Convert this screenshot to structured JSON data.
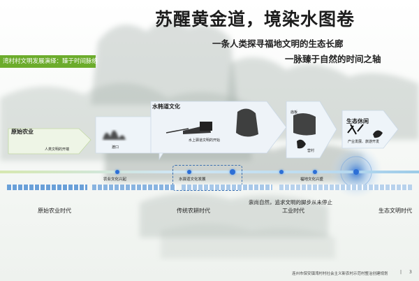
{
  "title": "苏醒黄金道，境染水图卷",
  "subtitle_1": "一条人类探寻福地文明的生态长廊",
  "subtitle_2": "一脉臻于自然的时间之轴",
  "section_label": "湾村村文明发展演绎：臻于时间脉络",
  "era_panels": [
    {
      "title": "原始农业",
      "caption": "人类文明的开端"
    },
    {
      "title": "水韩道文化",
      "caption": "水上驿道文明的开始"
    },
    {
      "title": "庙板",
      "caption": "营村"
    },
    {
      "title": "生态休闲",
      "caption": "产业发展、旅游开发"
    }
  ],
  "small_captions": {
    "ferry": "渡口",
    "camp": "营村"
  },
  "timeline_events": [
    "农业文化兴起",
    "水驿道文化发展",
    "福地文化兴盛"
  ],
  "eras": [
    "原始农业时代",
    "传统农耕时代",
    "工业时代",
    "生态文明时代"
  ],
  "quote": "崇尚自然，追求文明的脚步从未停止",
  "footer": "连州市保安镇湾村村社会主义新农村示范村整治创建规划",
  "footer_sep": "|",
  "page_number": "3"
}
